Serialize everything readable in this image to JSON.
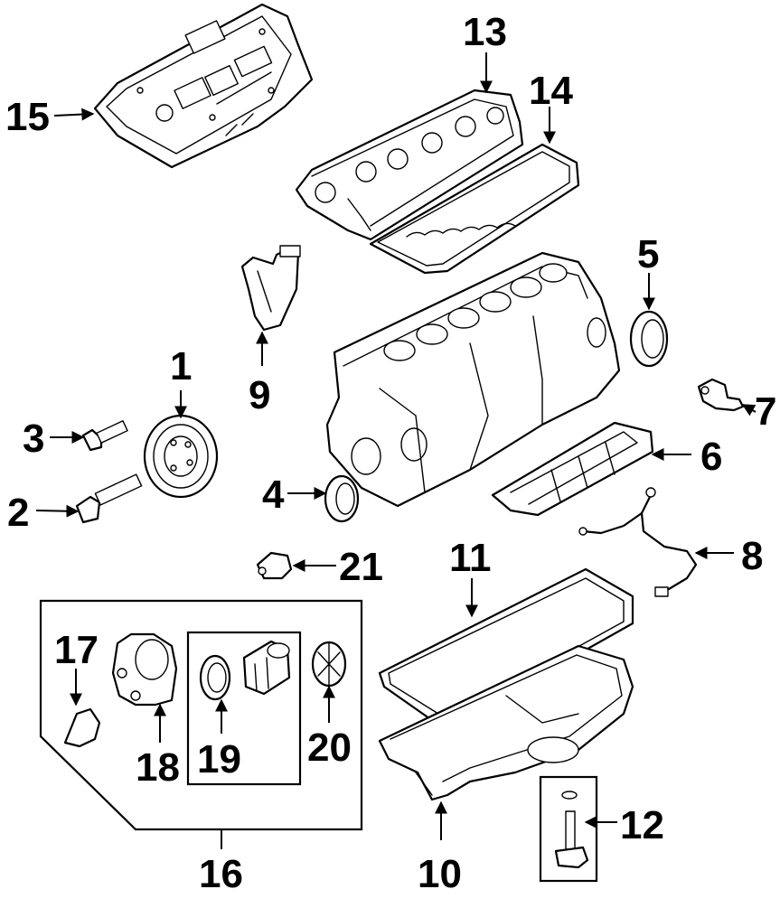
{
  "callouts": [
    {
      "id": "1",
      "label": "1"
    },
    {
      "id": "2",
      "label": "2"
    },
    {
      "id": "3",
      "label": "3"
    },
    {
      "id": "4",
      "label": "4"
    },
    {
      "id": "5",
      "label": "5"
    },
    {
      "id": "6",
      "label": "6"
    },
    {
      "id": "7",
      "label": "7"
    },
    {
      "id": "8",
      "label": "8"
    },
    {
      "id": "9",
      "label": "9"
    },
    {
      "id": "10",
      "label": "10"
    },
    {
      "id": "11",
      "label": "11"
    },
    {
      "id": "12",
      "label": "12"
    },
    {
      "id": "13",
      "label": "13"
    },
    {
      "id": "14",
      "label": "14"
    },
    {
      "id": "15",
      "label": "15"
    },
    {
      "id": "16",
      "label": "16"
    },
    {
      "id": "17",
      "label": "17"
    },
    {
      "id": "18",
      "label": "18"
    },
    {
      "id": "19",
      "label": "19"
    },
    {
      "id": "20",
      "label": "20"
    },
    {
      "id": "21",
      "label": "21"
    }
  ],
  "colors": {
    "line": "#000000",
    "background": "#ffffff"
  }
}
